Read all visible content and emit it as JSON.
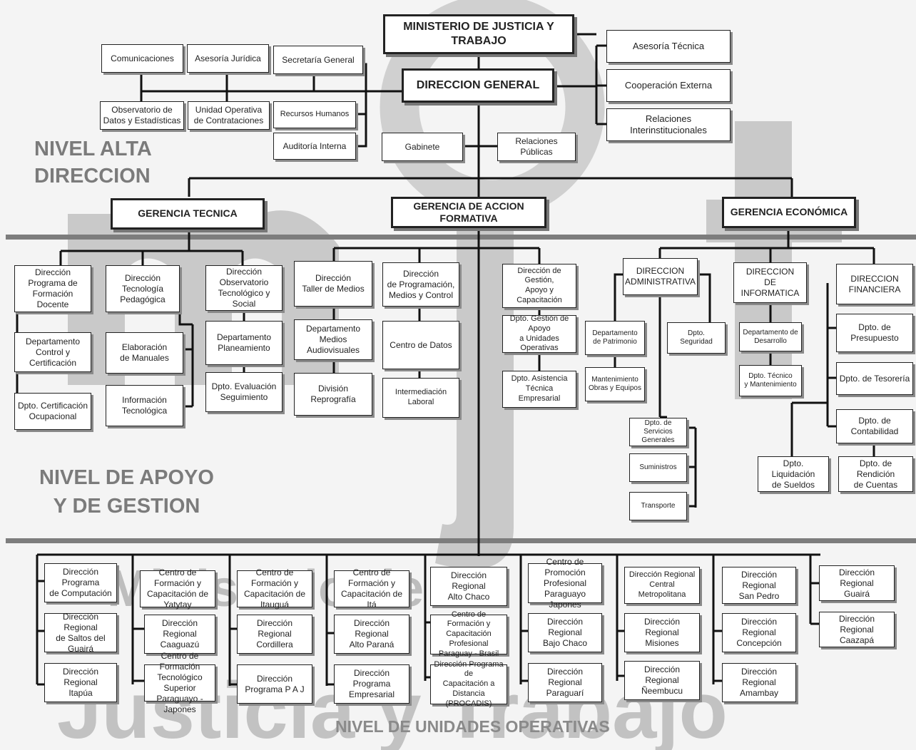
{
  "watermark": {
    "line1": "Ministerio de",
    "line2": "Justicia y Trabajo"
  },
  "levels": {
    "alta": "NIVEL ALTA\nDIRECCION",
    "apoyo": "NIVEL DE APOYO\nY DE GESTION",
    "unidades": "NIVEL DE UNIDADES OPERATIVAS"
  },
  "top": {
    "ministerio": "MINISTERIO DE JUSTICIA Y TRABAJO",
    "direccion_general": "DIRECCION GENERAL",
    "comunicaciones": "Comunicaciones",
    "asesoria_juridica": "Asesoría Jurídica",
    "secretaria_general": "Secretaría General",
    "observatorio_datos": "Observatorio de\nDatos y Estadísticas",
    "unidad_operativa": "Unidad Operativa\nde Contrataciones",
    "recursos_humanos": "Recursos Humanos",
    "auditoria_interna": "Auditoría Interna",
    "gabinete": "Gabinete",
    "relaciones_publicas": "Relaciones Públicas",
    "asesoria_tecnica": "Asesoría Técnica",
    "cooperacion_externa": "Cooperación Externa",
    "relaciones_interinst": "Relaciones Interinstitucionales"
  },
  "gerencias": {
    "tecnica": "GERENCIA TECNICA",
    "accion_formativa": "GERENCIA DE ACCION FORMATIVA",
    "economica": "GERENCIA ECONÓMICA"
  },
  "apoyo": {
    "dir_prog_formacion_docente": "Dirección Programa de\nFormación Docente",
    "depto_control_cert": "Departamento\nControl y Certificación",
    "dpto_cert_ocupacional": "Dpto. Certificación\nOcupacional",
    "dir_tecnologia_pedagogica": "Dirección Tecnología\nPedagógica",
    "elaboracion_manuales": "Elaboración\nde Manuales",
    "informacion_tecnologica": "Información\nTecnológica",
    "dir_observatorio": "Dirección Observatorio\nTecnológico y Social",
    "depto_planeamiento": "Departamento\nPlaneamiento",
    "dpto_evaluacion": "Dpto. Evaluación\nSeguimiento",
    "dir_taller_medios": "Dirección\nTaller de Medios",
    "depto_medios_audiovisuales": "Departamento  Medios\nAudiovisuales",
    "division_reprografia": "División Reprografía",
    "dir_programacion": "Dirección\nde Programación,\nMedios y Control",
    "centro_datos": "Centro de Datos",
    "intermediacion_laboral": "Intermediación Laboral",
    "dir_gestion_apoyo": "Dirección de Gestión,\nApoyo y Capacitación",
    "dpto_gestion_apoyo": "Dpto. Gestión de Apoyo\na Unidades Operativas",
    "dpto_asistencia_tecnica": "Dpto. Asistencia\nTécnica Empresarial",
    "dir_administrativa": "DIRECCION\nADMINISTRATIVA",
    "depto_patrimonio": "Departamento\nde Patrimonio",
    "mantenimiento_obras": "Mantenimiento\nObras y Equipos",
    "dpto_seguridad": "Dpto.\nSeguridad",
    "dpto_servicios_generales": "Dpto. de Servicios\nGenerales",
    "suministros": "Suministros",
    "transporte": "Transporte",
    "dir_informatica": "DIRECCION\nDE INFORMATICA",
    "depto_desarrollo": "Departamento de\nDesarrollo",
    "dpto_tecnico_mant": "Dpto. Técnico\ny Mantenimiento",
    "dir_financiera": "DIRECCION\nFINANCIERA",
    "dpto_presupuesto": "Dpto. de\nPresupuesto",
    "dpto_tesoreria": "Dpto. de Tesorería",
    "dpto_contabilidad": "Dpto. de\nContabilidad",
    "dpto_liquidacion": "Dpto. Liquidación\nde Sueldos",
    "dpto_rendicion": "Dpto. de Rendición\nde Cuentas"
  },
  "unidades": {
    "dir_prog_computacion": "Dirección Programa\nde Computación",
    "dir_reg_saltos": "Dirección Regional\nde Saltos del Guairá",
    "dir_reg_itapua": "Dirección Regional\nItapúa",
    "cf_yatytay": "Centro de Formación y\nCapacitación de Yatytay",
    "dir_reg_caaguazu": "Dirección Regional\nCaaguazú",
    "cf_tecnologico": "Centro de Formación\nTecnológico Superior\nParaguayo - Japones",
    "cf_itaugua": "Centro de Formación y\nCapacitación de Itauguá",
    "dir_reg_cordillera": "Dirección Regional\nCordillera",
    "dir_prog_paj": "Dirección\nPrograma P A J",
    "cf_ita": "Centro de Formación y\nCapacitación de Itá",
    "dir_reg_alto_parana": "Dirección Regional\nAlto Paraná",
    "dir_prog_empresarial": "Dirección\nPrograma Empresarial",
    "dir_reg_alto_chaco": "Dirección Regional\nAlto Chaco",
    "cf_paraguay_brasil": "Centro de Formación y\nCapacitación Profesional\nParaguay - Brasil",
    "dir_procadis": "Dirección Programa de\nCapacitación a Distancia\n(PROCADIS)",
    "cp_paraguayo_japones": "Centro de Promoción\nProfesional Paraguayo\nJapones",
    "dir_reg_bajo_chaco": "Dirección Regional\nBajo Chaco",
    "dir_reg_paraguari": "Dirección Regional\nParaguarí",
    "dir_reg_central": "Dirección Regional\nCentral Metropolitana",
    "dir_reg_misiones": "Dirección Regional\nMisiones",
    "dir_reg_neembucu": "Dirección Regional\nÑeembucu",
    "dir_reg_san_pedro": "Dirección Regional\nSan Pedro",
    "dir_reg_concepcion": "Dirección Regional\nConcepción",
    "dir_reg_amambay": "Dirección Regional\nAmambay",
    "dir_reg_guaira": "Dirección Regional\nGuairá",
    "dir_reg_caazapa": "Dirección Regional\nCaazapá"
  }
}
